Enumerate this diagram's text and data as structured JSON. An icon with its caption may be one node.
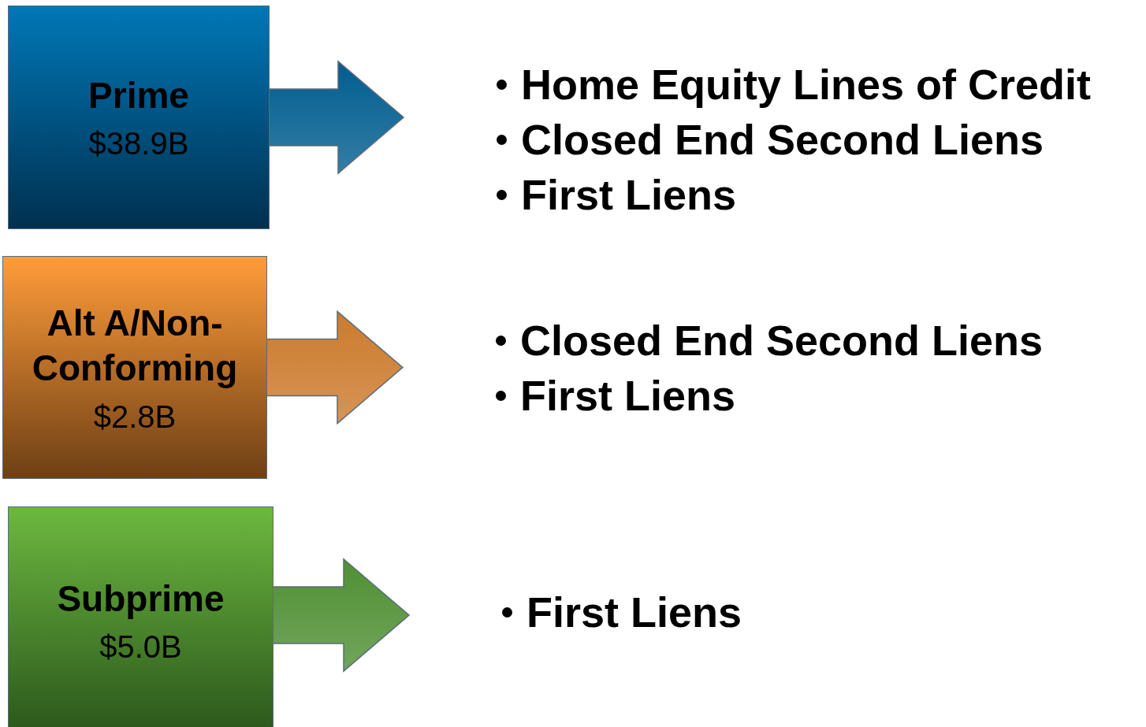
{
  "diagram": {
    "nodes": [
      {
        "text": [
          "Prime",
          "$38.9B"
        ]
      },
      {
        "text": [
          "Home Equity Lines of Credit",
          "Closed End Second Liens",
          "First Liens"
        ]
      },
      {
        "text": [
          "Alt A/Non-Conforming",
          "$2.8B"
        ]
      },
      {
        "text": [
          "Closed End Second Liens",
          "First Liens"
        ]
      },
      {
        "text": [
          "Subprime",
          "$5.0B"
        ]
      },
      {
        "text": [
          "First Liens"
        ]
      }
    ],
    "edges": [
      {
        "from": 0,
        "to": 1,
        "arrow": "to",
        "style": "thick",
        "color": "#005d8f"
      },
      {
        "from": 2,
        "to": 3,
        "arrow": "to",
        "style": "thick",
        "color": "#cc7a2c"
      },
      {
        "from": 4,
        "to": 5,
        "arrow": "to",
        "style": "thick",
        "color": "#4f8f33"
      }
    ]
  }
}
